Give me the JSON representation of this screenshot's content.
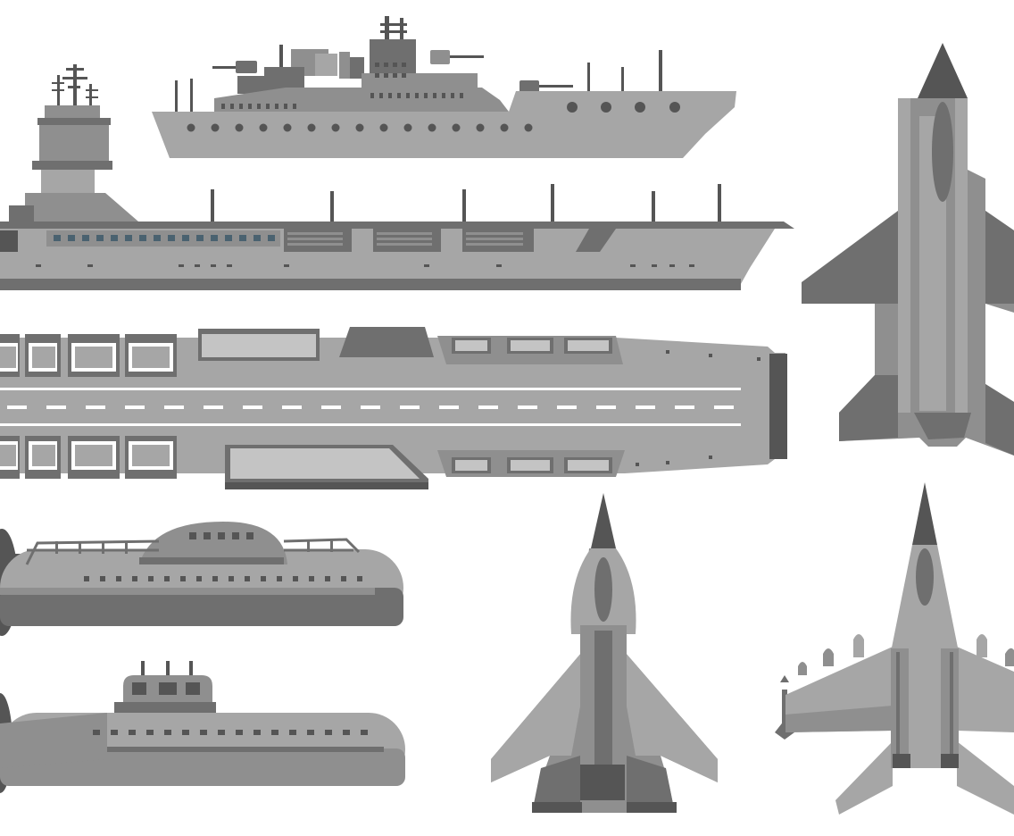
{
  "scene": {
    "background": "#ffffff",
    "palette": {
      "light": "#a6a6a6",
      "mid": "#8f8f8f",
      "dark": "#6f6f6f",
      "darker": "#555555",
      "darkest": "#444444",
      "pale": "#c4c4c4",
      "white": "#ffffff",
      "window": "#4a6270"
    },
    "objects": [
      {
        "kind": "warship",
        "icon": "destroyer-icon"
      },
      {
        "kind": "aircraft-carrier-side",
        "icon": "aircraft-carrier-icon"
      },
      {
        "kind": "aircraft-carrier-deck",
        "icon": "flight-deck-icon"
      },
      {
        "kind": "submarine",
        "icon": "submarine-icon"
      },
      {
        "kind": "submarine",
        "icon": "submarine-icon"
      },
      {
        "kind": "stealth-fighter",
        "icon": "fighter-jet-icon"
      },
      {
        "kind": "delta-fighter",
        "icon": "fighter-jet-icon"
      },
      {
        "kind": "armed-fighter",
        "icon": "fighter-jet-icon"
      }
    ]
  }
}
